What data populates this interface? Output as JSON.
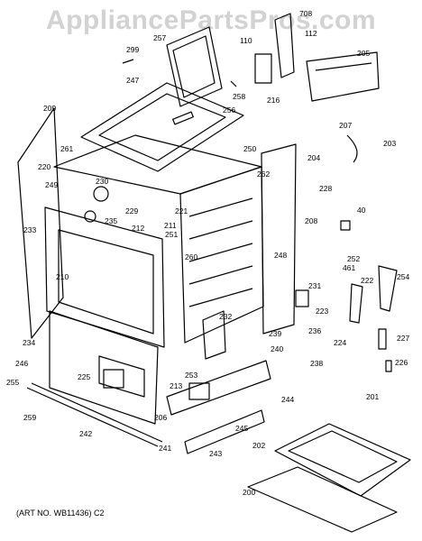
{
  "watermark": "AppliancePartsPros.com",
  "art_number": "(ART NO. WB11436) C2",
  "parts": [
    "708",
    "257",
    "299",
    "110",
    "112",
    "205",
    "247",
    "258",
    "216",
    "256",
    "209",
    "261",
    "207",
    "203",
    "220",
    "250",
    "204",
    "249",
    "230",
    "262",
    "228",
    "229",
    "221",
    "211",
    "212",
    "251",
    "235",
    "233",
    "40",
    "208",
    "260",
    "248",
    "461",
    "254",
    "252",
    "210",
    "222",
    "231",
    "223",
    "232",
    "239",
    "236",
    "224",
    "227",
    "234",
    "240",
    "238",
    "246",
    "253",
    "226",
    "225",
    "213",
    "255",
    "244",
    "201",
    "259",
    "206",
    "245",
    "241",
    "242",
    "243",
    "202",
    "200"
  ]
}
